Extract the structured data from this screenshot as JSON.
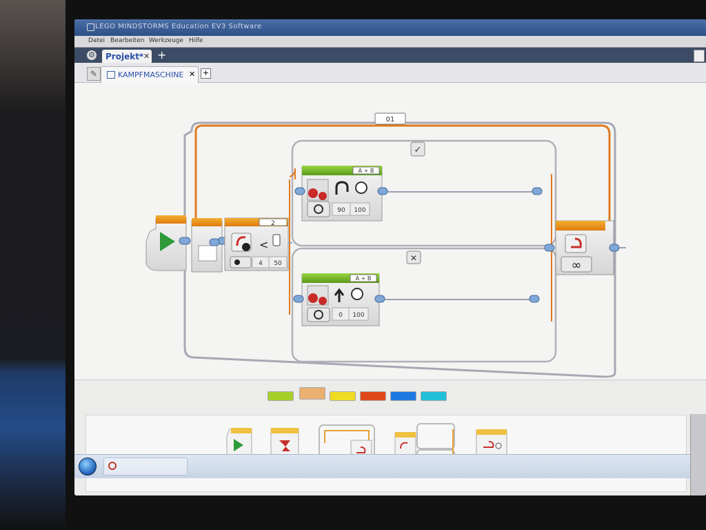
{
  "window": {
    "title": "LEGO MINDSTORMS Education EV3 Software"
  },
  "menu": {
    "items": [
      "Datei",
      "Bearbeiten",
      "Werkzeuge",
      "Hilfe"
    ]
  },
  "project_tab": {
    "label": "Projekt*",
    "close": "✕",
    "add": "+"
  },
  "program_tab": {
    "label": "KAMPFMASCHINE",
    "close": "✕",
    "add": "+"
  },
  "canvas": {
    "loop_label": "01",
    "switch_port": "2",
    "compare_operator": "<",
    "compare_mode": "4",
    "threshold": "50",
    "case_true": "✓",
    "case_false": "✕",
    "block1": {
      "ports": "A + B",
      "steering": "90",
      "power": "100"
    },
    "block2": {
      "ports": "A + B",
      "steering": "0",
      "power": "100"
    },
    "loop_infinity": "∞"
  },
  "palette": {
    "tabs": [
      {
        "color": "#a6cf2a",
        "selected": false
      },
      {
        "color": "#e9b070",
        "selected": true
      },
      {
        "color": "#f0dc22",
        "selected": false
      },
      {
        "color": "#e04a1a",
        "selected": false
      },
      {
        "color": "#1e7ae0",
        "selected": false
      },
      {
        "color": "#22c0d8",
        "selected": false
      }
    ],
    "blocks": [
      "start-block",
      "wait-block",
      "loop-block",
      "switch-block",
      "switch-block-flat",
      "loop-interrupt-block"
    ]
  }
}
